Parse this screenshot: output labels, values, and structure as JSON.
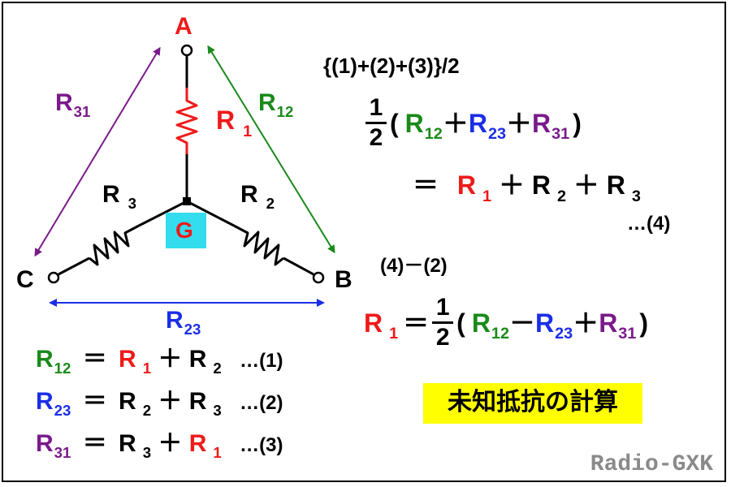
{
  "nodes": {
    "a": "A",
    "b": "B",
    "c": "C",
    "g": "G"
  },
  "labels": {
    "r1": {
      "base": "R",
      "sub": "1"
    },
    "r2": {
      "base": "R",
      "sub": "2"
    },
    "r3": {
      "base": "R",
      "sub": "3"
    },
    "r12": {
      "base": "R",
      "sub": "12"
    },
    "r23": {
      "base": "R",
      "sub": "23"
    },
    "r31": {
      "base": "R",
      "sub": "31"
    }
  },
  "eq1": {
    "lhs": "R",
    "lhs_sub": "12",
    "eq": "＝",
    "t1": "R",
    "t1_sub": "1",
    "plus": "＋",
    "t2": "R",
    "t2_sub": "2",
    "num": "…(1)"
  },
  "eq2": {
    "lhs": "R",
    "lhs_sub": "23",
    "eq": "＝",
    "t1": "R",
    "t1_sub": "2",
    "plus": "＋",
    "t2": "R",
    "t2_sub": "3",
    "num": "…(2)"
  },
  "eq3": {
    "lhs": "R",
    "lhs_sub": "31",
    "eq": "＝",
    "t1": "R",
    "t1_sub": "3",
    "plus": "＋",
    "t2": "R",
    "t2_sub": "1",
    "num": "…(3)"
  },
  "derivation": {
    "step_label": "{(1)+(2)+(3)}/2",
    "half_num": "1",
    "half_den": "2",
    "open": "(",
    "close": ")",
    "plus": "＋",
    "minus": "－",
    "eq": "＝",
    "line2_num": "…(4)",
    "step2_label": "(4)－(2)"
  },
  "title_box": "未知抵抗の計算",
  "watermark": "Radio-GXK",
  "colors": {
    "green": "#1a8a1a",
    "blue": "#1a2ee6",
    "purple": "#7a1a8a",
    "red": "#ee1a1a",
    "gbox": "#33ddee",
    "highlight": "#ffff00"
  }
}
